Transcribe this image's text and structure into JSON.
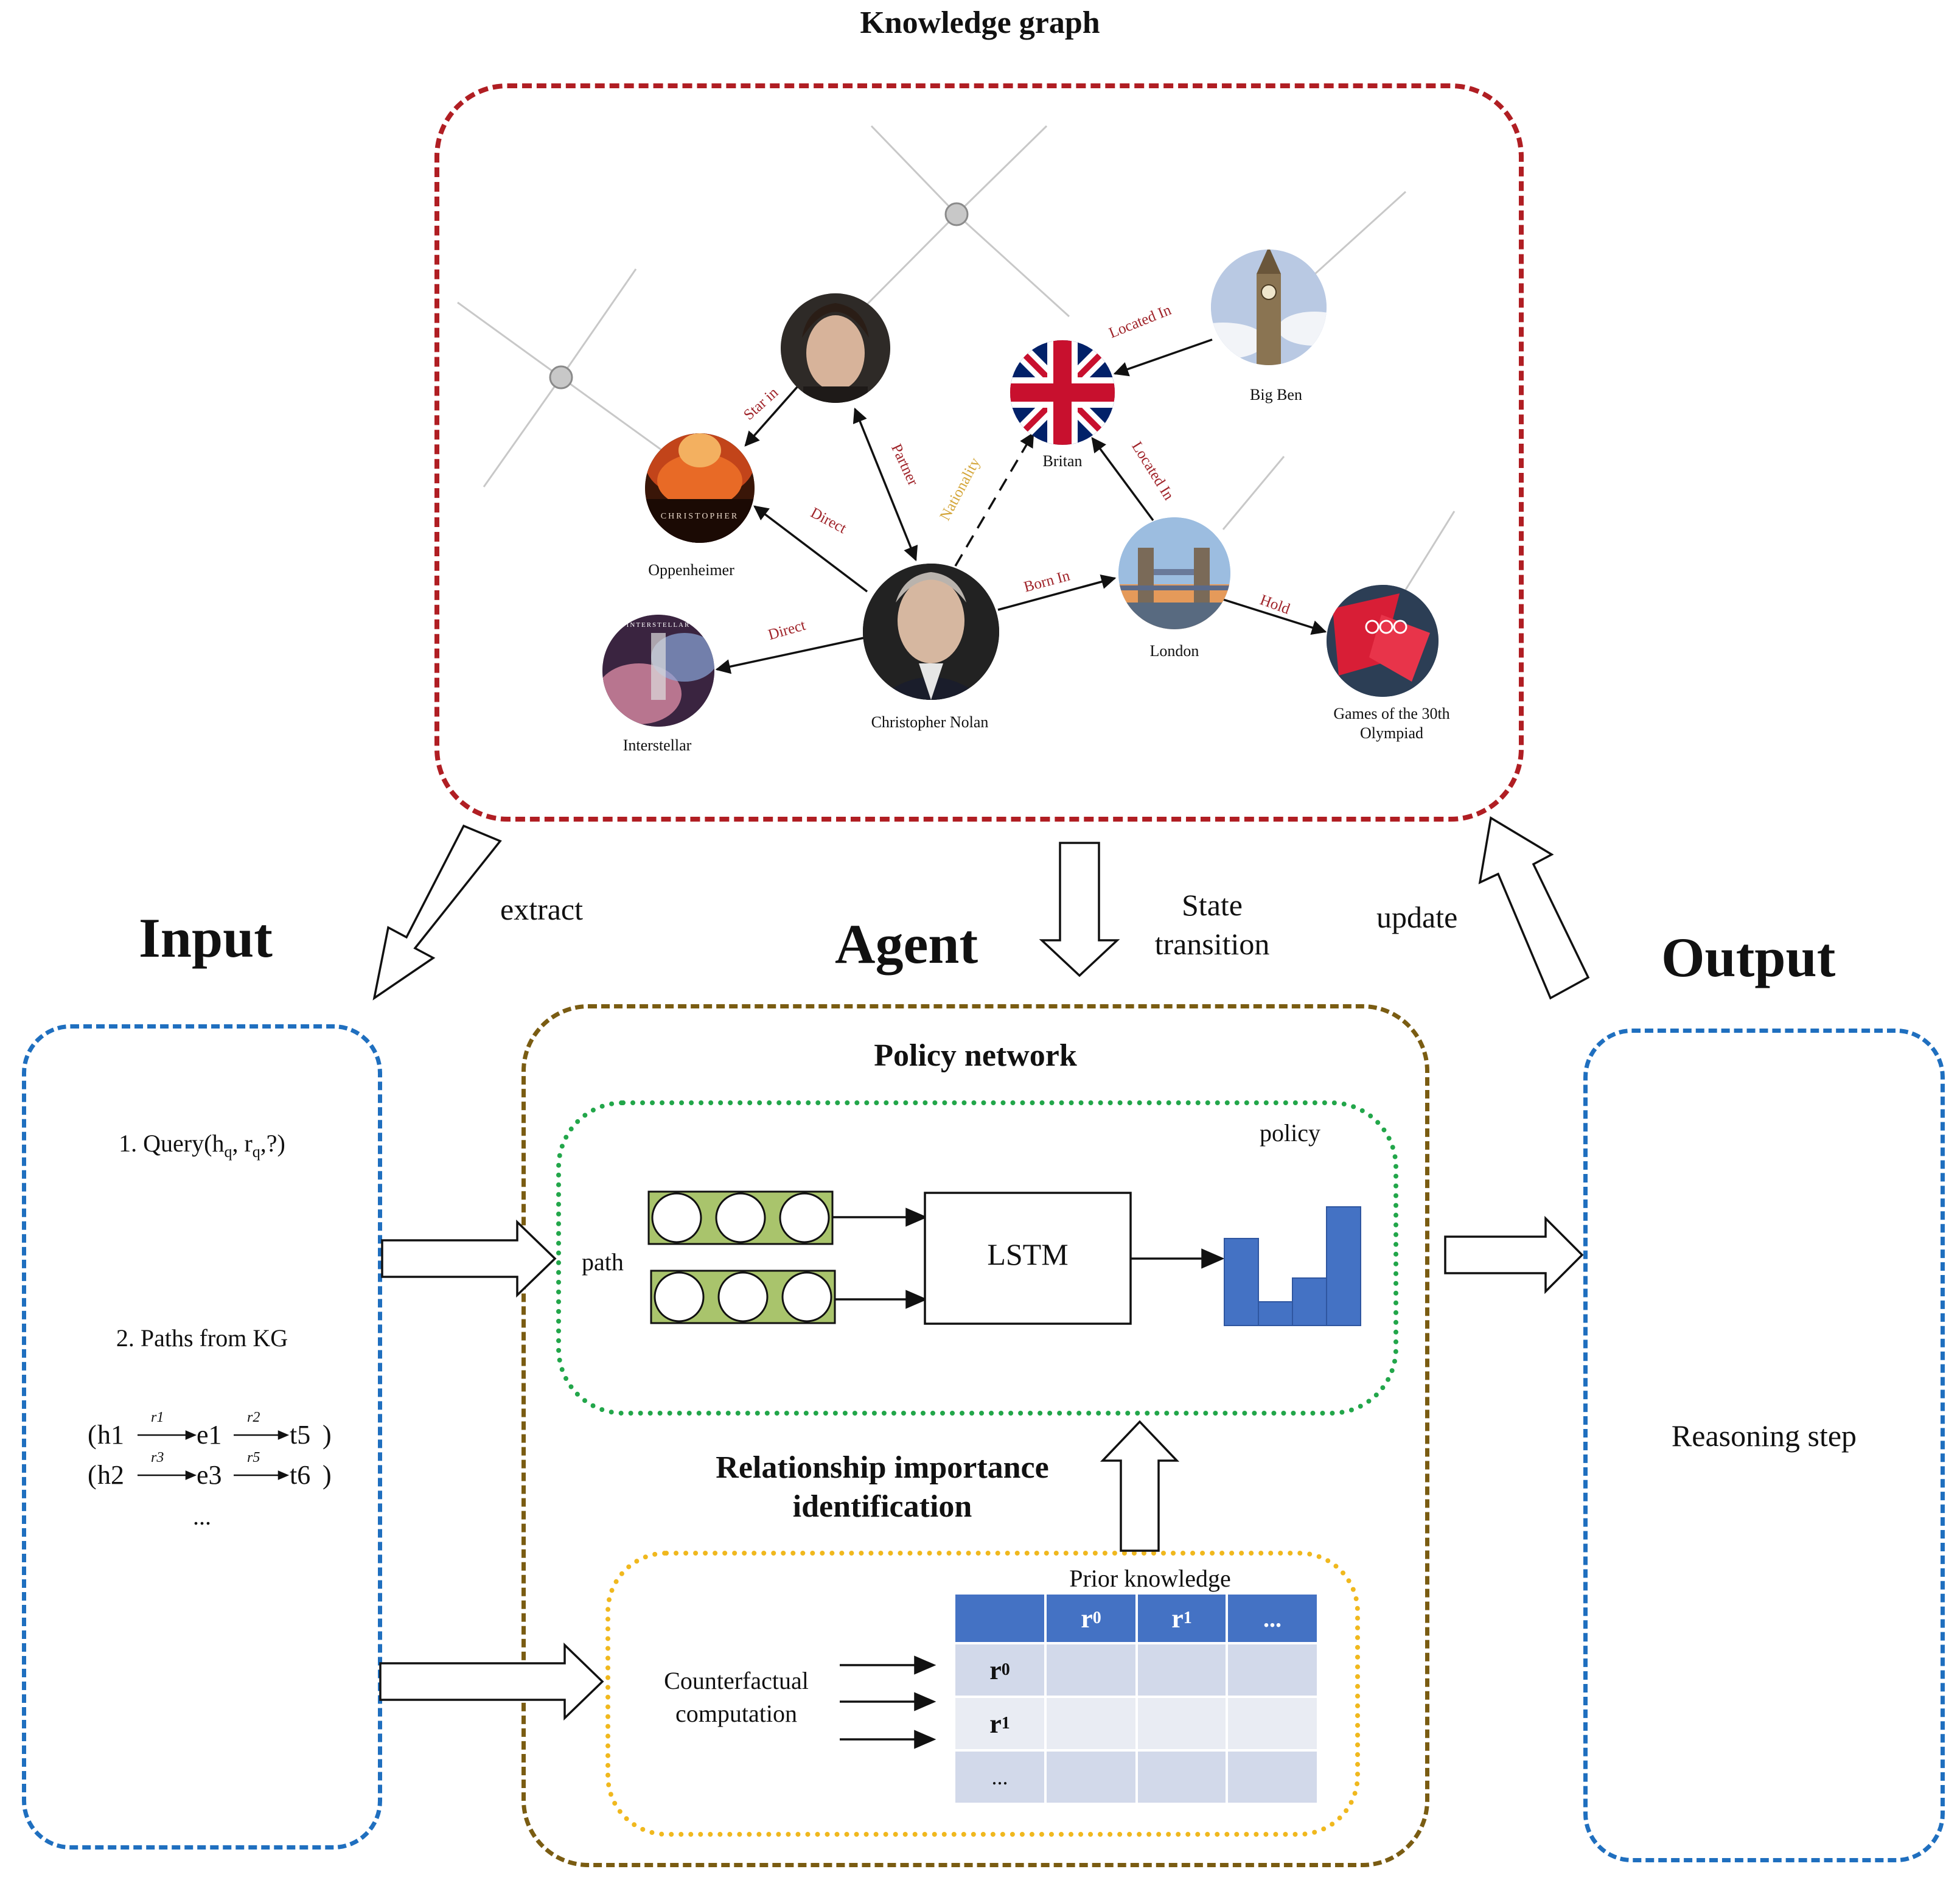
{
  "kg": {
    "title": "Knowledge graph",
    "nodes": {
      "oppenheimer": "Oppenheimer",
      "interstellar": "Interstellar",
      "nolan": "Christopher Nolan",
      "britain": "Britan",
      "bigben": "Big Ben",
      "london": "London",
      "games_line1": "Games of the 30th",
      "games_line2": "Olympiad"
    },
    "relations": {
      "star_in": "Star in",
      "partner": "Partner",
      "direct1": "Direct",
      "direct2": "Direct",
      "nationality": "Nationality",
      "located_in1": "Located In",
      "located_in2": "Located In",
      "born_in": "Born In",
      "hold": "Hold"
    },
    "poster_text": "CHRISTOPHER",
    "poster_text2": "INTERSTELLAR"
  },
  "flow": {
    "extract": "extract",
    "state_line1": "State",
    "state_line2": "transition",
    "update": "update"
  },
  "input": {
    "title": "Input",
    "query": "1. Query(h",
    "query_sub1": "q",
    "query_mid": ", r",
    "query_sub2": "q",
    "query_end": ",?)",
    "paths_title": "2. Paths from KG",
    "path1": {
      "h": "h1",
      "r1": "r1",
      "e": "e1",
      "r2": "r2",
      "t": "t5"
    },
    "path2": {
      "h": "h2",
      "r1": "r3",
      "e": "e3",
      "r2": "r5",
      "t": "t6"
    },
    "ellipsis": "..."
  },
  "agent": {
    "title": "Agent",
    "policy_network": "Policy network",
    "path_label": "path",
    "lstm": "LSTM",
    "policy_label": "policy",
    "policy_bars": [
      0.55,
      0.15,
      0.3,
      0.75
    ],
    "rel_title_line1": "Relationship importance",
    "rel_title_line2": "identification",
    "counterfactual_line1": "Counterfactual",
    "counterfactual_line2": "computation",
    "prior_knowledge": "Prior knowledge",
    "table_header": [
      "",
      "r0",
      "r1",
      "..."
    ],
    "table_rows": [
      "r0",
      "r1",
      "..."
    ]
  },
  "output": {
    "title": "Output",
    "reasoning": "Reasoning step"
  },
  "colors": {
    "kg_border": "#b01e23",
    "input_border": "#1f6fbf",
    "agent_border": "#7a5c12",
    "policy_border": "#22a64a",
    "rel_border": "#f0b81e",
    "bars": "#4472c4",
    "path_fill": "#a9c46c",
    "table_header": "#4472c4",
    "table_row_a": "#d2d9ea",
    "table_row_b": "#e9ecf3"
  }
}
